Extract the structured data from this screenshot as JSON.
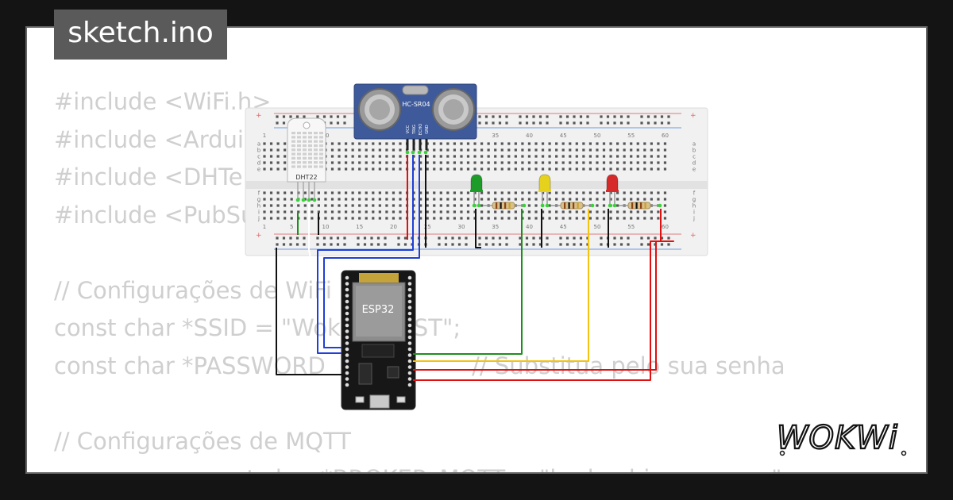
{
  "header": {
    "file_name": "sketch.ino"
  },
  "code": {
    "lines": [
      "#include <WiFi.h>",
      "#include <Ardui",
      "#include <DHTe",
      "#include <PubSu",
      "",
      "// Configurações de WiFi",
      "const char *SSID = \"Wok        EST\";",
      "const char *PASSWORD                    // Substitua pelo sua senha",
      "",
      "// Configurações de MQTT",
      "                   const char *BROKER_MQTT = \"broker.hivemq.com\";"
    ]
  },
  "circuit": {
    "components": {
      "ultrasonic": "HC-SR04",
      "ultrasonic_pins": [
        "VCC",
        "TRIG",
        "ECHO",
        "GND"
      ],
      "sensor": "DHT22",
      "board": "ESP32"
    },
    "breadboard": {
      "column_numbers": [
        "1",
        "5",
        "10",
        "15",
        "20",
        "25",
        "30",
        "35",
        "40",
        "45",
        "50",
        "55",
        "60"
      ],
      "row_letters_top": [
        "a",
        "b",
        "c",
        "d",
        "e"
      ],
      "row_letters_bottom": [
        "f",
        "g",
        "h",
        "i",
        "j"
      ]
    },
    "leds": [
      {
        "color_name": "green",
        "color": "#1e9c2a"
      },
      {
        "color_name": "yellow",
        "color": "#e6d21c"
      },
      {
        "color_name": "red",
        "color": "#d62a2a"
      }
    ],
    "wire_colors": {
      "red": "#e01010",
      "blue": "#1f3fd6",
      "black": "#111111",
      "green": "#1b8f1b",
      "yellow": "#f2c40f"
    }
  },
  "brand": {
    "logo_text": "WOKWi"
  }
}
